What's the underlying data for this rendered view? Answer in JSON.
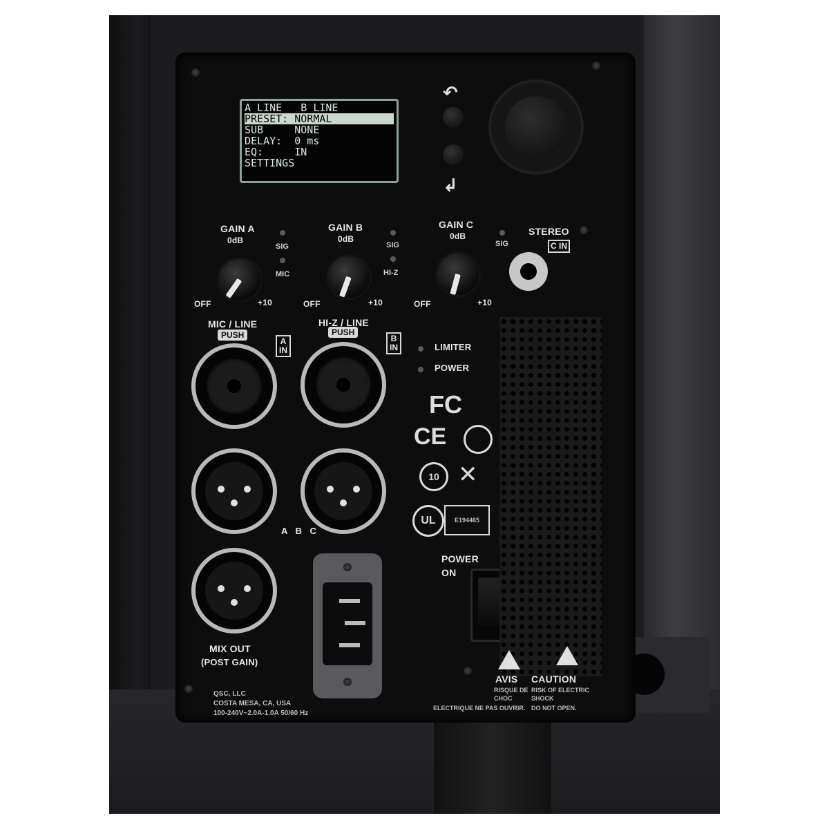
{
  "lcd": {
    "header": "A LINE   B LINE",
    "rows": [
      "PRESET: NORMAL",
      "SUB     NONE",
      "DELAY:  0 ms",
      "EQ:     IN",
      "SETTINGS"
    ]
  },
  "channels": {
    "a": {
      "gain_label": "GAIN A",
      "zero": "0dB",
      "led1": "SIG",
      "led2": "MIC",
      "off": "OFF",
      "max": "+10"
    },
    "b": {
      "gain_label": "GAIN B",
      "zero": "0dB",
      "led1": "SIG",
      "led2": "HI-Z",
      "off": "OFF",
      "max": "+10"
    },
    "c": {
      "gain_label": "GAIN C",
      "zero": "0dB",
      "led1": "SIG",
      "off": "OFF",
      "max": "+10"
    }
  },
  "stereo": {
    "label": "STEREO",
    "tag": "C IN"
  },
  "inputs": {
    "a_label": "MIC / LINE",
    "b_label": "HI-Z / LINE",
    "push": "PUSH",
    "a_tag": "A IN",
    "b_tag": "B IN"
  },
  "status": {
    "limiter": "LIMITER",
    "power": "POWER"
  },
  "mix": {
    "abc": "A B C",
    "out": "MIX OUT",
    "post": "(POST GAIN)"
  },
  "power_switch": {
    "label1": "POWER",
    "label2": "ON"
  },
  "certs": {
    "fc": "FC",
    "ce": "CE",
    "rohs": "10",
    "ul": "UL",
    "ul_no": "E194465"
  },
  "maker": {
    "line1": "QSC, LLC",
    "line2": "COSTA MESA, CA, USA",
    "line3": "100-240V~2.0A-1.0A 50/60 Hz"
  },
  "warning": {
    "avis": "AVIS",
    "avis_text": "RISQUE DE CHOC",
    "avis_text2": "ELECTRIQUE NE PAS OUVRIR.",
    "caution": "CAUTION",
    "caution_text": "RISK OF ELECTRIC SHOCK",
    "caution_text2": "DO NOT OPEN."
  },
  "icons": [
    "back-arrow-icon",
    "enter-arrow-icon",
    "warning-icon",
    "weee-bin-icon"
  ]
}
